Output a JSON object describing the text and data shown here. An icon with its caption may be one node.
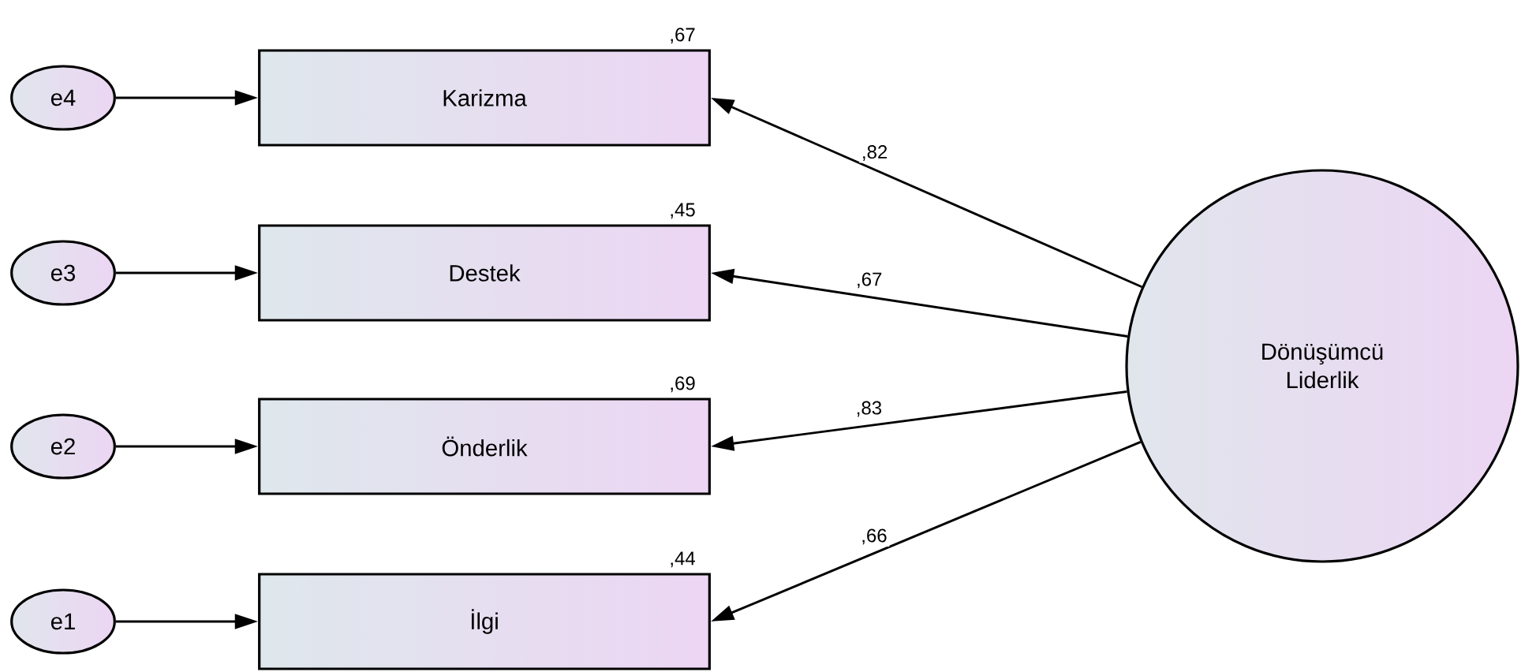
{
  "diagram": {
    "nodes": [
      {
        "text": [
          "e4"
        ]
      },
      {
        "text": [
          "Karizma"
        ],
        "beside": [
          ",67"
        ]
      },
      {
        "text": [
          "e3"
        ]
      },
      {
        "text": [
          "Destek"
        ],
        "beside": [
          ",45"
        ]
      },
      {
        "text": [
          "e2"
        ]
      },
      {
        "text": [
          "Önderlik"
        ],
        "beside": [
          ",69"
        ]
      },
      {
        "text": [
          "e1"
        ]
      },
      {
        "text": [
          "İlgi"
        ],
        "beside": [
          ",44"
        ]
      },
      {
        "text": [
          "Dönüşümcü Liderlik"
        ]
      }
    ],
    "edges": [
      {
        "from": 0,
        "to": 1,
        "arrow": "to"
      },
      {
        "from": 2,
        "to": 3,
        "arrow": "to"
      },
      {
        "from": 4,
        "to": 5,
        "arrow": "to"
      },
      {
        "from": 6,
        "to": 7,
        "arrow": "to"
      },
      {
        "from": 8,
        "to": 1,
        "arrow": "to",
        "label": ",82"
      },
      {
        "from": 8,
        "to": 3,
        "arrow": "to",
        "label": ",67"
      },
      {
        "from": 8,
        "to": 5,
        "arrow": "to",
        "label": ",83"
      },
      {
        "from": 8,
        "to": 7,
        "arrow": "to",
        "label": ",66"
      }
    ]
  }
}
